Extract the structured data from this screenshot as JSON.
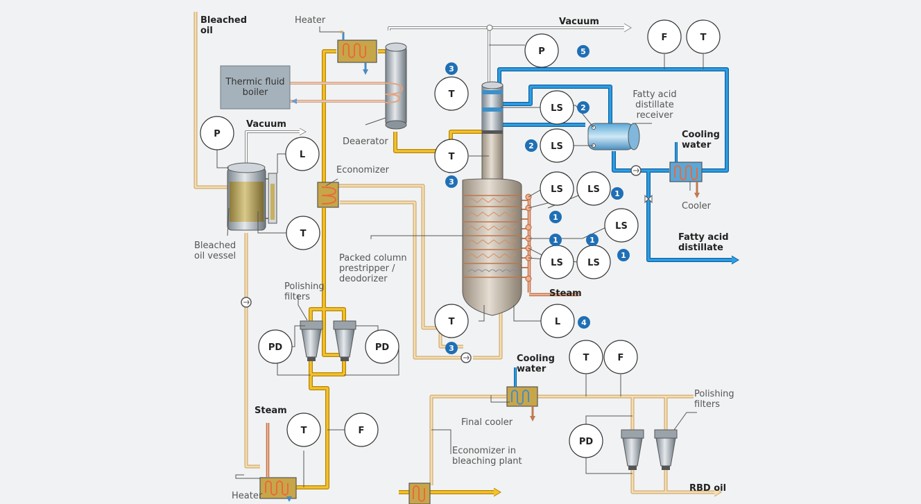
{
  "labels": {
    "bleached_oil": "Bleached\noil",
    "heater_top": "Heater",
    "vacuum_top": "Vacuum",
    "thermic_fluid_boiler": "Thermic fluid\nboiler",
    "vacuum_left": "Vacuum",
    "deaerator": "Deaerator",
    "economizer": "Economizer",
    "fatty_acid_receiver": "Fatty acid\ndistillate\nreceiver",
    "cooling_water_top": "Cooling\nwater",
    "cooler": "Cooler",
    "fatty_acid_distillate": "Fatty acid\ndistillate",
    "bleached_oil_vessel": "Bleached\noil vessel",
    "packed_column": "Packed column\nprestripper /\ndeodorizer",
    "polishing_filters_left": "Polishing\nfilters",
    "steam_right": "Steam",
    "steam_left": "Steam",
    "cooling_water_bottom": "Cooling\nwater",
    "final_cooler": "Final cooler",
    "polishing_filters_right": "Polishing\nfilters",
    "economizer_bleaching": "Economizer in\nbleaching plant",
    "heater_bottom": "Heater",
    "rbd_oil": "RBD oil"
  },
  "instruments": {
    "i1": "F",
    "i2": "T",
    "i3": "P",
    "i4": "T",
    "i5": "LS",
    "i6": "LS",
    "i7": "P",
    "i8": "L",
    "i9": "T",
    "i10": "T",
    "i11": "LS",
    "i12": "LS",
    "i13": "LS",
    "i14": "LS",
    "i15": "LS",
    "i16": "T",
    "i17": "L",
    "i18": "PD",
    "i19": "PD",
    "i20": "T",
    "i21": "F",
    "i22": "T",
    "i23": "F",
    "i24": "PD"
  },
  "badges": {
    "b1": "3",
    "b2": "5",
    "b3": "2",
    "b4": "2",
    "b5": "3",
    "b6": "1",
    "b7": "1",
    "b8": "1",
    "b9": "1",
    "b10": "1",
    "b11": "4",
    "b12": "3"
  },
  "colors": {
    "oil": "#f3c22e",
    "crude": "#f6ddb0",
    "water": "#2ea0e0",
    "vacuum": "#ffffff",
    "badge": "#1f6fb5",
    "background": "#f1f2f3"
  }
}
